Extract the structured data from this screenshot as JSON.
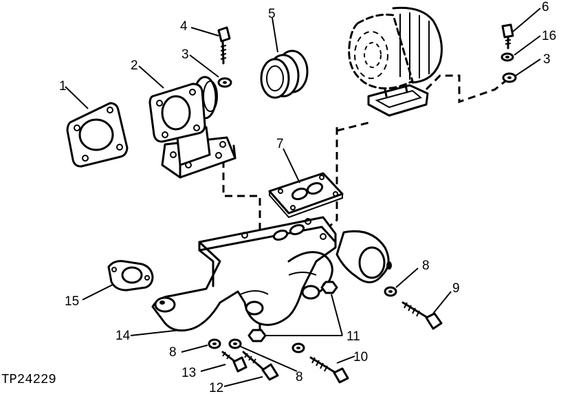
{
  "figure": {
    "id_label": "TP24229"
  },
  "callouts": {
    "c1": "1",
    "c2": "2",
    "c3a": "3",
    "c3b": "3",
    "c4": "4",
    "c5": "5",
    "c6": "6",
    "c7": "7",
    "c8a": "8",
    "c8b": "8",
    "c8c": "8",
    "c9": "9",
    "c10": "10",
    "c11": "11",
    "c12": "12",
    "c13": "13",
    "c14": "14",
    "c15": "15",
    "c16": "16"
  }
}
